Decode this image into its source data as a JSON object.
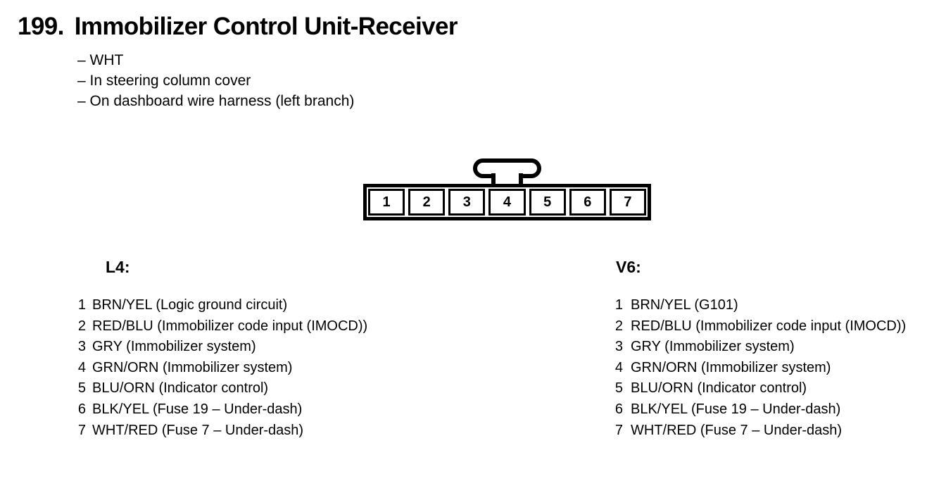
{
  "header": {
    "section_number": "199.",
    "title": "Immobilizer Control Unit-Receiver",
    "notes": [
      "– WHT",
      "– In steering column cover",
      "– On dashboard wire harness (left branch)"
    ]
  },
  "connector": {
    "pins": [
      "1",
      "2",
      "3",
      "4",
      "5",
      "6",
      "7"
    ]
  },
  "pinouts": [
    {
      "heading": "L4:",
      "rows": [
        {
          "num": "1",
          "desc": "BRN/YEL (Logic ground circuit)"
        },
        {
          "num": "2",
          "desc": "RED/BLU (Immobilizer code input (IMOCD))"
        },
        {
          "num": "3",
          "desc": "GRY (Immobilizer system)"
        },
        {
          "num": "4",
          "desc": "GRN/ORN (Immobilizer system)"
        },
        {
          "num": "5",
          "desc": "BLU/ORN (Indicator control)"
        },
        {
          "num": "6",
          "desc": "BLK/YEL (Fuse 19 – Under-dash)"
        },
        {
          "num": "7",
          "desc": "WHT/RED (Fuse 7 – Under-dash)"
        }
      ]
    },
    {
      "heading": "V6:",
      "rows": [
        {
          "num": "1",
          "desc": "BRN/YEL (G101)"
        },
        {
          "num": "2",
          "desc": "RED/BLU (Immobilizer code input (IMOCD))"
        },
        {
          "num": "3",
          "desc": "GRY (Immobilizer system)"
        },
        {
          "num": "4",
          "desc": "GRN/ORN (Immobilizer system)"
        },
        {
          "num": "5",
          "desc": "BLU/ORN (Indicator control)"
        },
        {
          "num": "6",
          "desc": "BLK/YEL (Fuse 19 – Under-dash)"
        },
        {
          "num": "7",
          "desc": "WHT/RED (Fuse 7 – Under-dash)"
        }
      ]
    }
  ],
  "colors": {
    "ink": "#000000",
    "paper": "#ffffff"
  }
}
